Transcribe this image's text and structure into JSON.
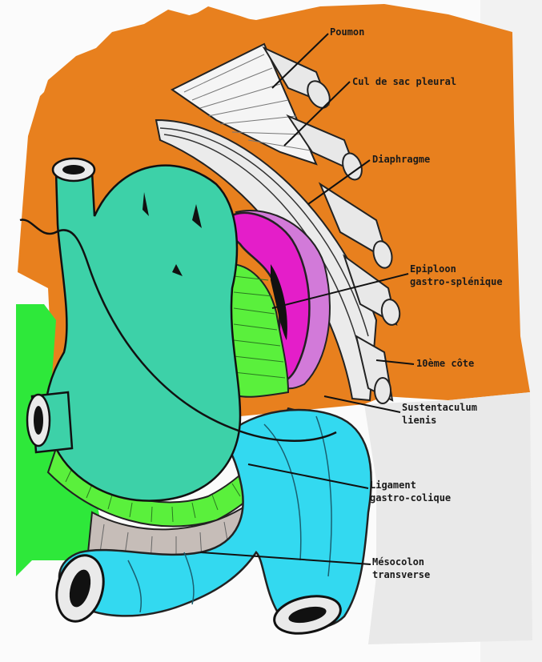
{
  "labels": {
    "poumon": "Poumon",
    "cul_de_sac": "Cul de sac pleural",
    "diaphragme": "Diaphragme",
    "epiploon_1": "Epiploon",
    "epiploon_2": "gastro-splénique",
    "cote": "10ème côte",
    "sustentaculum_1": "Sustentaculum",
    "sustentaculum_2": "lienis",
    "ligament_1": "Ligament",
    "ligament_2": "gastro-colique",
    "mesocolon_1": "Mésocolon",
    "mesocolon_2": "transverse"
  },
  "colors": {
    "background": "#e8801e",
    "stomach": "#3dd1a8",
    "spleen": "#e41ec9",
    "spleen_light": "#d27ad9",
    "colon": "#33d9f0",
    "ligament_green": "#5af03c",
    "left_green": "#2ee83a",
    "mesocolon_gray": "#c6bdb8",
    "diaphragm": "#ebebeb",
    "paper": "#fbfbfb"
  }
}
